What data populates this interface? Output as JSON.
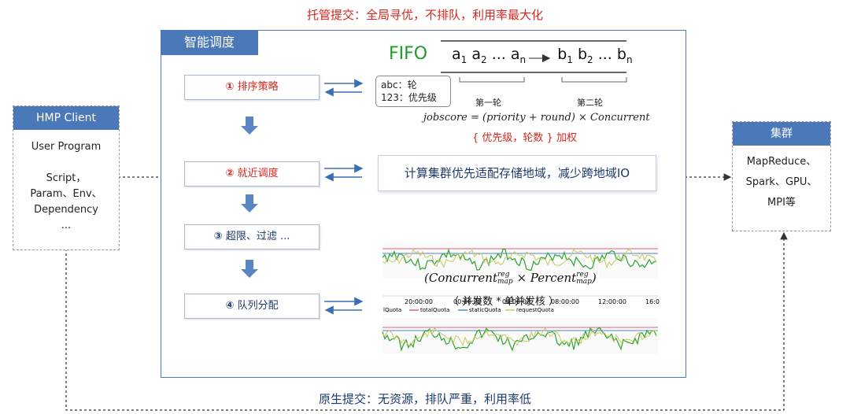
{
  "top_title": "托管提交：全局寻优，不排队，利用率最大化",
  "bottom_title": "原生提交：无资源，排队严重，利用率低",
  "client": {
    "header": "HMP Client",
    "lines": [
      "User Program",
      "",
      "Script，",
      "Param、Env、",
      "Dependency",
      "..."
    ]
  },
  "cluster": {
    "header": "集群",
    "lines": [
      "MapReduce、",
      "Spark、GPU、",
      "MPI等"
    ]
  },
  "main": {
    "header": "智能调度"
  },
  "steps": [
    {
      "num": "①",
      "label": "排序策略"
    },
    {
      "num": "②",
      "label": "就近调度"
    },
    {
      "num": "③",
      "label": "超限、过滤 ..."
    },
    {
      "num": "④",
      "label": "队列分配"
    }
  ],
  "fifo": {
    "label": "FIFO",
    "seq_left": "a",
    "seq_right": "b",
    "sub1": "1",
    "sub2": "2",
    "subn": "n",
    "ellipsis": "...",
    "round1": "第一轮",
    "round2": "第二轮"
  },
  "legend_box": {
    "line1": "abc：轮",
    "line2": "123：优先级"
  },
  "formula": "jobscore = (priority + round) × Concurrent",
  "weight_text": "{ 优先级，轮数 } 加权",
  "io_box": "计算集群优先适配存储地域，减少跨地域IO",
  "chart": {
    "formula": "(Concurrent",
    "formula_sup": "reg",
    "formula_sub": "map",
    "formula_mid": " × Percent",
    "formula_end": ")",
    "subtitle": "（ 并发数 * 单并发核 ）",
    "ticks": [
      "20:00:00",
      "00:00:00",
      "04:00:00",
      "08:00:00",
      "12:00:00",
      "16:0"
    ],
    "legend": [
      "lQuota",
      "totalQuota",
      "staticQuota",
      "requestQuota"
    ],
    "colors": {
      "total": "#e0607a",
      "static": "#4f88d0",
      "request": "#c8c860",
      "green": "#2aa52a"
    }
  }
}
